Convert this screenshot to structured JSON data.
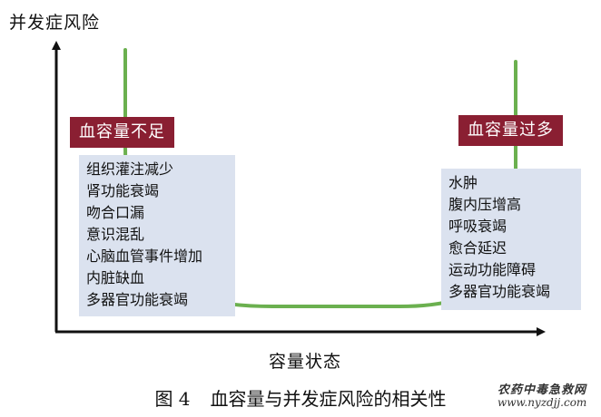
{
  "axes": {
    "y_label": "并发症风险",
    "x_label": "容量状态"
  },
  "low_volume": {
    "title": "血容量不足",
    "items": [
      "组织灌注减少",
      "肾功能衰竭",
      "吻合口漏",
      "意识混乱",
      "心脑血管事件增加",
      "内脏缺血",
      "多器官功能衰竭"
    ]
  },
  "high_volume": {
    "title": "血容量过多",
    "items": [
      "水肿",
      "腹内压增高",
      "呼吸衰竭",
      "愈合延迟",
      "运动功能障碍",
      "多器官功能衰竭"
    ]
  },
  "caption": {
    "figure_no": "图 4",
    "text": "血容量与并发症风险的相关性"
  },
  "watermark": {
    "name": "农药中毒急救网",
    "url": "www.nyzdjj.com"
  },
  "colors": {
    "curve": "#6bb04f",
    "tag": "#8a1f32",
    "box": "#dbe2ef",
    "axis": "#111111"
  }
}
